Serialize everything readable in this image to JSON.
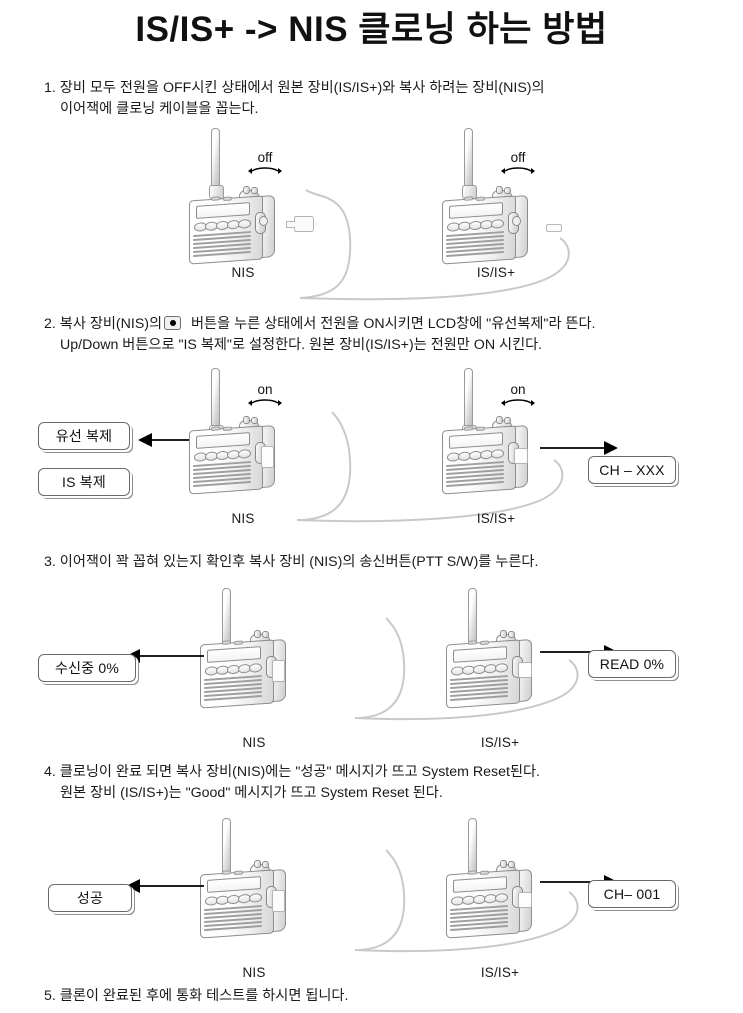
{
  "document": {
    "title": "IS/IS+ -> NIS 클로닝 하는 방법"
  },
  "steps": [
    {
      "number": "1.",
      "line1": "1. 장비 모두 전원을 OFF시킨 상태에서 원본 장비(IS/IS+)와 복사 하려는 장비(NIS)의",
      "line2": "이어잭에 클로닝 케이블을 꼽는다."
    },
    {
      "number": "2.",
      "line1_a": "2. 복사 장비(NIS)의",
      "line1_b": "버튼을 누른 상태에서 전원을 ON시키면 LCD창에 \"유선복제\"라 뜬다.",
      "line2": "Up/Down 버튼으로 \"IS 복제\"로 설정한다. 원본 장비(IS/IS+)는 전원만 ON 시킨다."
    },
    {
      "number": "3.",
      "line1": "3. 이어잭이 꽉 꼽혀 있는지 확인후 복사 장비 (NIS)의 송신버튼(PTT S/W)를 누른다."
    },
    {
      "number": "4.",
      "line1": "4. 클로닝이 완료 되면 복사 장비(NIS)에는 \"성공\" 메시지가 뜨고 System Reset된다.",
      "line2": "원본 장비 (IS/IS+)는 \"Good\" 메시지가 뜨고 System Reset 된다."
    },
    {
      "number": "5.",
      "line1": "5. 클론이 완료된 후에 통화 테스트를 하시면 됩니다."
    }
  ],
  "diagrams": {
    "step1": {
      "left_device_label": "NIS",
      "right_device_label": "IS/IS+",
      "left_power_state": "off",
      "right_power_state": "off"
    },
    "step2": {
      "left_device_label": "NIS",
      "right_device_label": "IS/IS+",
      "left_power_state": "on",
      "right_power_state": "on",
      "left_callout_1": "유선 복제",
      "left_callout_2": "IS 복제",
      "right_callout": "CH – XXX"
    },
    "step3": {
      "left_device_label": "NIS",
      "right_device_label": "IS/IS+",
      "left_callout": "수신중  0%",
      "right_callout": "READ  0%"
    },
    "step4": {
      "left_device_label": "NIS",
      "right_device_label": "IS/IS+",
      "left_callout": "성공",
      "right_callout": "CH– 001"
    }
  },
  "icons": {
    "ptt_button": "round-button-icon",
    "rotary_arrow": "rotary-arrow-icon"
  },
  "colors": {
    "text": "#111111",
    "device_outline": "#8d8d8d",
    "cable": "#c9c9c9",
    "callout_border": "#6a6a6a"
  }
}
